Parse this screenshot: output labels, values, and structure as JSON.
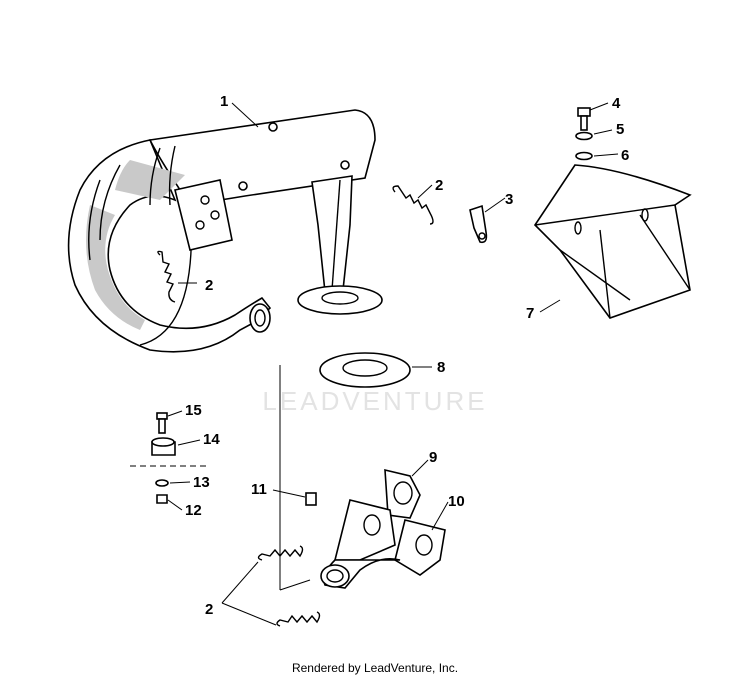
{
  "watermark": {
    "text": "LEADVENTURE"
  },
  "footer": {
    "text": "Rendered by LeadVenture, Inc."
  },
  "callouts": {
    "c1": "1",
    "c2a": "2",
    "c2b": "2",
    "c2c": "2",
    "c3": "3",
    "c4": "4",
    "c5": "5",
    "c6": "6",
    "c7": "7",
    "c8": "8",
    "c9": "9",
    "c10": "10",
    "c11": "11",
    "c12": "12",
    "c13": "13",
    "c14": "14",
    "c15": "15"
  }
}
